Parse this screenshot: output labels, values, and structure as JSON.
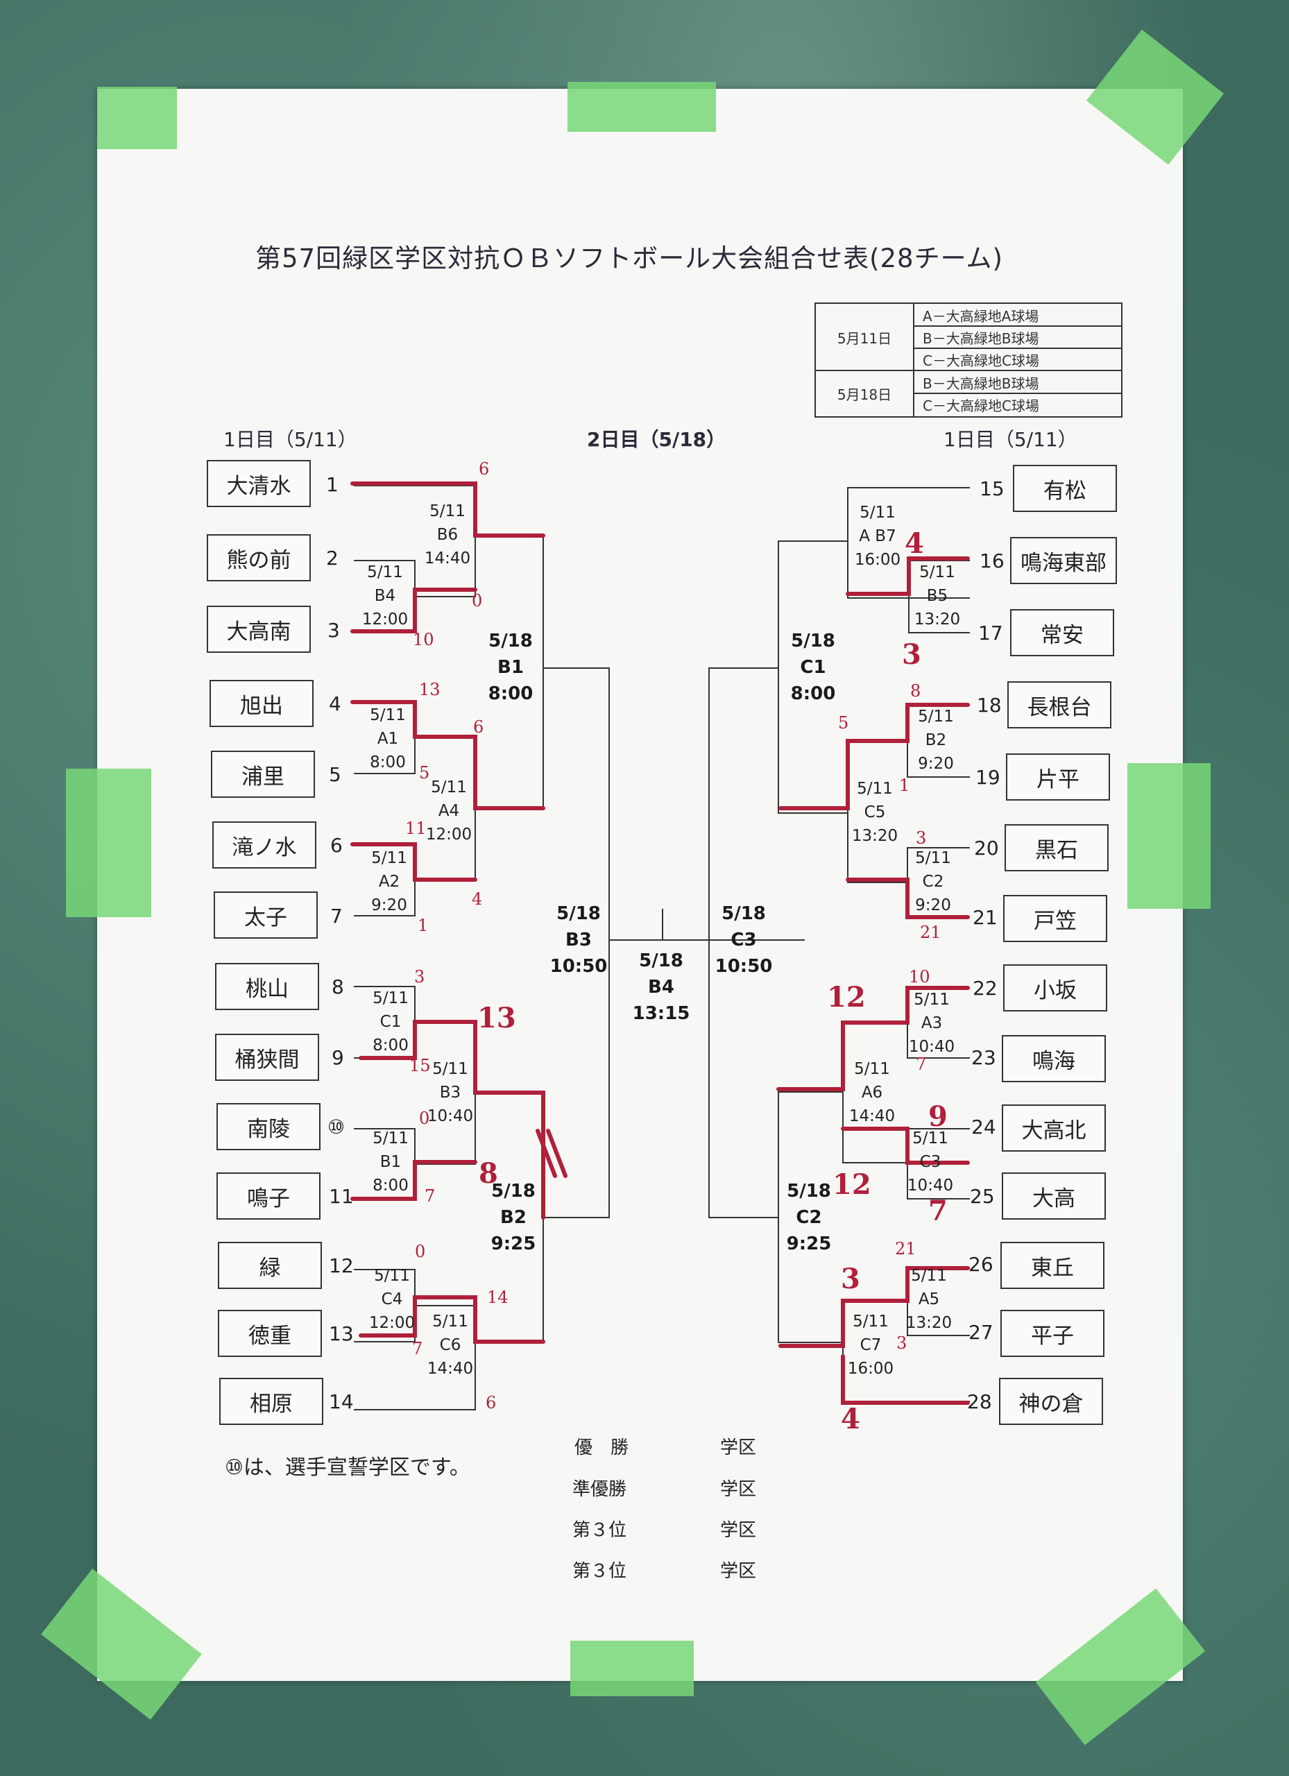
{
  "title": "第57回緑区学区対抗ＯＢソフトボール大会組合せ表(28チーム)",
  "day_labels": {
    "day1_left": "1日目（5/11）",
    "day2": "2日目（5/18）",
    "day1_right": "1日目（5/11）"
  },
  "venues": {
    "may11": {
      "date": "5月11日",
      "rows": [
        "A－大高緑地A球場",
        "B－大高緑地B球場",
        "C－大高緑地C球場"
      ]
    },
    "may18": {
      "date": "5月18日",
      "rows": [
        "B－大高緑地B球場",
        "C－大高緑地C球場"
      ]
    }
  },
  "teams_left": [
    {
      "name": "大清水",
      "num": "1"
    },
    {
      "name": "熊の前",
      "num": "2"
    },
    {
      "name": "大高南",
      "num": "3"
    },
    {
      "name": "旭出",
      "num": "4"
    },
    {
      "name": "浦里",
      "num": "5"
    },
    {
      "name": "滝ノ水",
      "num": "6"
    },
    {
      "name": "太子",
      "num": "7"
    },
    {
      "name": "桃山",
      "num": "8"
    },
    {
      "name": "桶狭間",
      "num": "9"
    },
    {
      "name": "南陵",
      "num": "⑩"
    },
    {
      "name": "鳴子",
      "num": "11"
    },
    {
      "name": "緑",
      "num": "12"
    },
    {
      "name": "徳重",
      "num": "13"
    },
    {
      "name": "相原",
      "num": "14"
    }
  ],
  "teams_right": [
    {
      "name": "有松",
      "num": "15"
    },
    {
      "name": "鳴海東部",
      "num": "16"
    },
    {
      "name": "常安",
      "num": "17"
    },
    {
      "name": "長根台",
      "num": "18"
    },
    {
      "name": "片平",
      "num": "19"
    },
    {
      "name": "黒石",
      "num": "20"
    },
    {
      "name": "戸笠",
      "num": "21"
    },
    {
      "name": "小坂",
      "num": "22"
    },
    {
      "name": "鳴海",
      "num": "23"
    },
    {
      "name": "大高北",
      "num": "24"
    },
    {
      "name": "大高",
      "num": "25"
    },
    {
      "name": "東丘",
      "num": "26"
    },
    {
      "name": "平子",
      "num": "27"
    },
    {
      "name": "神の倉",
      "num": "28"
    }
  ],
  "matches_left": {
    "b6": [
      "5/11",
      "B6",
      "14:40"
    ],
    "b4": [
      "5/11",
      "B4",
      "12:00"
    ],
    "a1": [
      "5/11",
      "A1",
      "8:00"
    ],
    "a4": [
      "5/11",
      "A4",
      "12:00"
    ],
    "a2": [
      "5/11",
      "A2",
      "9:20"
    ],
    "c1": [
      "5/11",
      "C1",
      "8:00"
    ],
    "b3": [
      "5/11",
      "B3",
      "10:40"
    ],
    "b1": [
      "5/11",
      "B1",
      "8:00"
    ],
    "c4": [
      "5/11",
      "C4",
      "12:00"
    ],
    "c6": [
      "5/11",
      "C6",
      "14:40"
    ]
  },
  "matches_right": {
    "a7": [
      "5/11",
      "A B7",
      "16:00"
    ],
    "b5": [
      "5/11",
      "B5",
      "13:20"
    ],
    "b2": [
      "5/11",
      "B2",
      "9:20"
    ],
    "c5": [
      "5/11",
      "C5",
      "13:20"
    ],
    "c2": [
      "5/11",
      "C2",
      "9:20"
    ],
    "a3": [
      "5/11",
      "A3",
      "10:40"
    ],
    "a6": [
      "5/11",
      "A6",
      "14:40"
    ],
    "c3": [
      "5/11",
      "C3",
      "10:40"
    ],
    "a5": [
      "5/11",
      "A5",
      "13:20"
    ],
    "c7": [
      "5/11",
      "C7",
      "16:00"
    ]
  },
  "day2_matches": {
    "b1": [
      "5/18",
      "B1",
      "8:00"
    ],
    "b2": [
      "5/18",
      "B2",
      "9:25"
    ],
    "b3": [
      "5/18",
      "B3",
      "10:50"
    ],
    "b4": [
      "5/18",
      "B4",
      "13:15"
    ],
    "c3": [
      "5/18",
      "C3",
      "10:50"
    ],
    "c1": [
      "5/18",
      "C1",
      "8:00"
    ],
    "c2": [
      "5/18",
      "C2",
      "9:25"
    ]
  },
  "handwritten_scores": {
    "s1": "6",
    "s2": "0",
    "s3": "10",
    "s4": "13",
    "s5": "6",
    "s6": "5",
    "s7": "11",
    "s8": "4",
    "s9": "1",
    "s10": "3",
    "s11": "13",
    "s12": "15",
    "s13": "0",
    "s14": "8",
    "s15": "7",
    "s16": "0",
    "s17": "14",
    "s18": "7",
    "s19": "6",
    "r1": "4",
    "r2": "3",
    "r3": "8",
    "r4": "5",
    "r5": "1",
    "r6": "3",
    "r7": "21",
    "r8": "10",
    "r9": "12",
    "r10": "7",
    "r11": "9",
    "r12": "12",
    "r13": "7",
    "r14": "21",
    "r15": "3",
    "r16": "3",
    "r17": "4"
  },
  "note": "⑩は、選手宣誓学区です。",
  "results": [
    {
      "label": "優　勝",
      "suffix": "学区"
    },
    {
      "label": "準優勝",
      "suffix": "学区"
    },
    {
      "label": "第３位",
      "suffix": "学区"
    },
    {
      "label": "第３位",
      "suffix": "学区"
    }
  ],
  "colors": {
    "paper": "#f7f7f5",
    "wall": "#3d6a5e",
    "tape": "#78d778",
    "ink": "#333333",
    "marker": "#b0203a"
  }
}
